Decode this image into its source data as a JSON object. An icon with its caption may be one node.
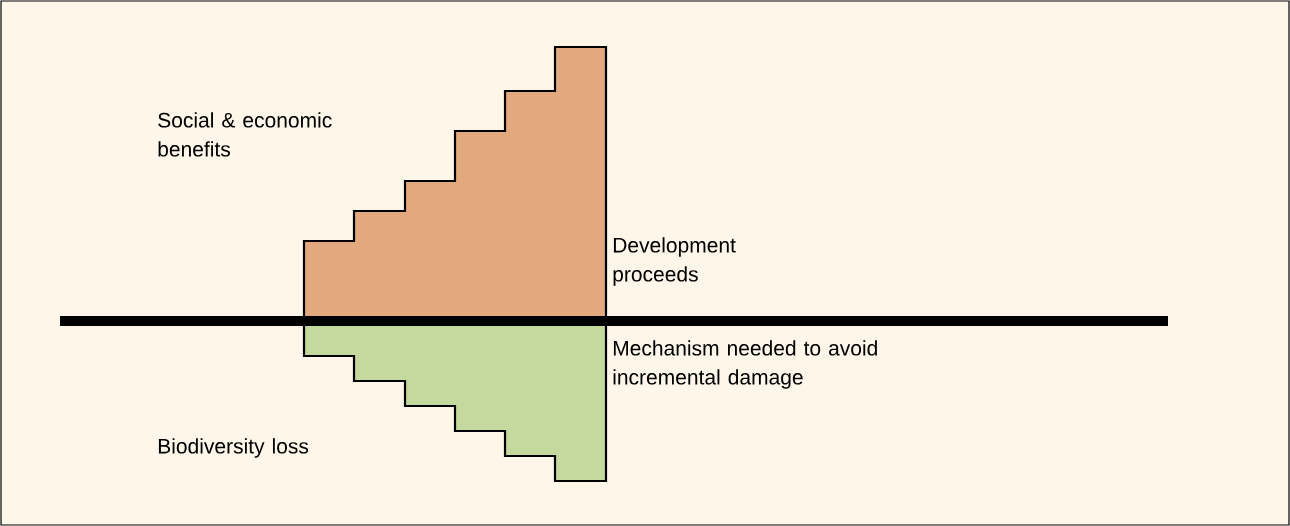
{
  "diagram": {
    "labels": [
      "Social & economic benefits",
      "Development proceeds",
      "Mechanism needed to avoid incremental damage",
      "Biodiversity loss"
    ]
  }
}
